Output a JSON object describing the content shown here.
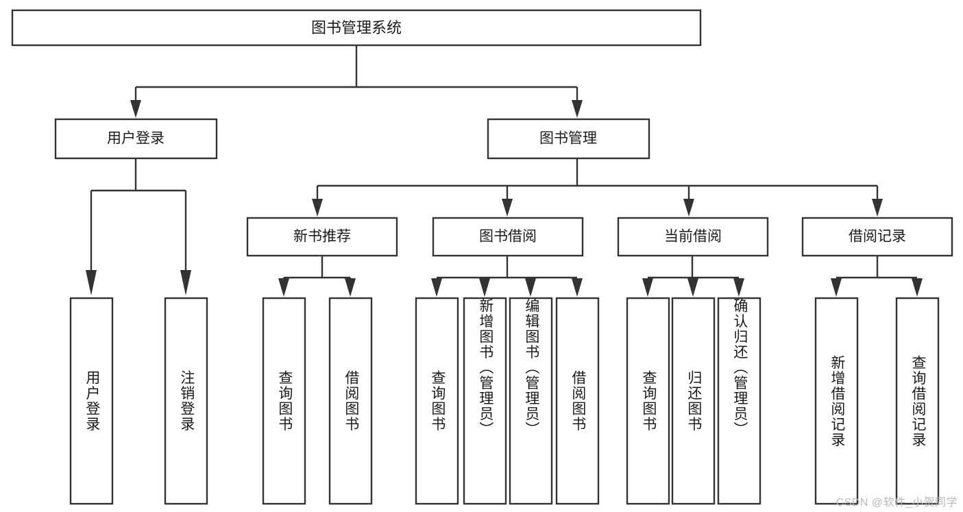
{
  "diagram": {
    "type": "tree",
    "title": "图书管理系统",
    "orientation": "top-down",
    "watermark": "CSDN @软件_小贺同学",
    "colors": {
      "box_fill": "#ffffff",
      "box_stroke": "#333333",
      "text": "#1a1a1a",
      "watermark": "#b9b9b9",
      "background": "#ffffff"
    },
    "root": {
      "label": "图书管理系统",
      "name": "node-root-system"
    },
    "level2": [
      {
        "label": "用户登录",
        "name": "node-user-login"
      },
      {
        "label": "图书管理",
        "name": "node-book-management"
      }
    ],
    "level3": [
      {
        "label": "新书推荐",
        "name": "node-new-book-recommend"
      },
      {
        "label": "图书借阅",
        "name": "node-book-borrow"
      },
      {
        "label": "当前借阅",
        "name": "node-current-borrow"
      },
      {
        "label": "借阅记录",
        "name": "node-borrow-record"
      }
    ],
    "leaves": {
      "user_login": [
        {
          "label": "用户登录",
          "name": "leaf-user-login"
        },
        {
          "label": "注销登录",
          "name": "leaf-logout"
        }
      ],
      "new_book_recommend": [
        {
          "label": "查询图书",
          "name": "leaf-query-book-1"
        },
        {
          "label": "借阅图书",
          "name": "leaf-borrow-book-1"
        }
      ],
      "book_borrow": [
        {
          "label": "查询图书",
          "name": "leaf-query-book-2"
        },
        {
          "label": "新增图书（管理员）",
          "name": "leaf-add-book-admin"
        },
        {
          "label": "编辑图书（管理员）",
          "name": "leaf-edit-book-admin"
        },
        {
          "label": "借阅图书",
          "name": "leaf-borrow-book-2"
        }
      ],
      "current_borrow": [
        {
          "label": "查询图书",
          "name": "leaf-query-book-3"
        },
        {
          "label": "归还图书",
          "name": "leaf-return-book"
        },
        {
          "label": "确认归还（管理员）",
          "name": "leaf-confirm-return-admin"
        }
      ],
      "borrow_record": [
        {
          "label": "新增借阅记录",
          "name": "leaf-add-borrow-record"
        },
        {
          "label": "查询借阅记录",
          "name": "leaf-query-borrow-record"
        }
      ]
    }
  }
}
